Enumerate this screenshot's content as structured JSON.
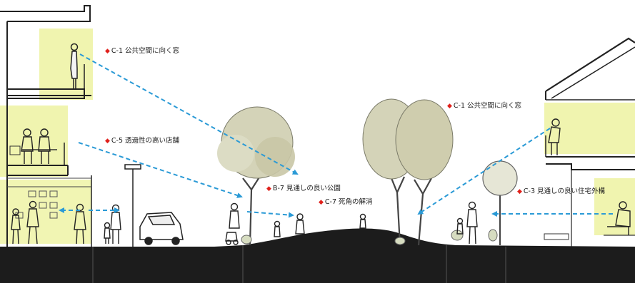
{
  "labels": {
    "c1_left": {
      "marker": "◆",
      "text": "C-1 公共空間に向く窓"
    },
    "c5": {
      "marker": "◆",
      "text": "C-5 透過性の高い店舗"
    },
    "b7": {
      "marker": "◆",
      "text": "B-7 見通しの良い公園"
    },
    "c7": {
      "marker": "◆",
      "text": "C-7 死角の解消"
    },
    "c1_right": {
      "marker": "◆",
      "text": "C-1 公共空間に向く窓"
    },
    "c3": {
      "marker": "◆",
      "text": "C-3 見通しの良い住宅外構"
    }
  },
  "colors": {
    "marker": "#e0201b",
    "sightline": "#2a9ad6",
    "ground": "#1c1c1c",
    "highlight": "#eef3a6",
    "foliage": "#d4d3b8",
    "line": "#222222"
  }
}
